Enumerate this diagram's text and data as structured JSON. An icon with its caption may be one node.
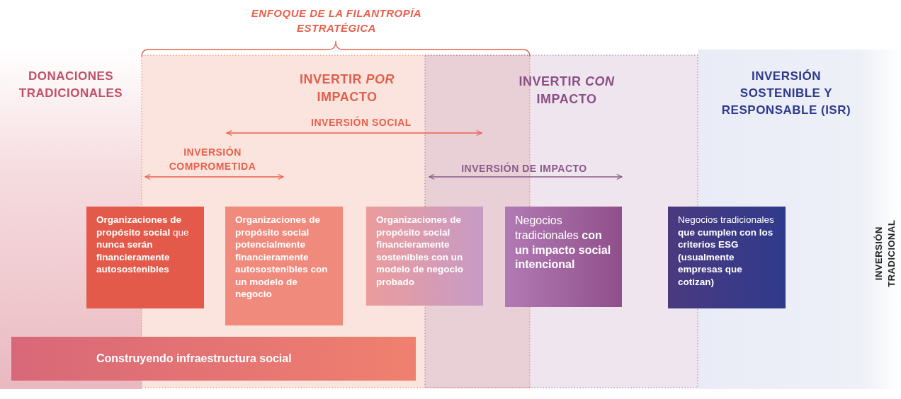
{
  "diagram": {
    "nodes": [
      {
        "text": [
          "**Organizaciones de propósito social** que **nunca serán financieramente autosostenibles**"
        ]
      },
      {
        "text": [
          "Organizaciones de propósito social potencialmente financieramente autosostenibles con un modelo de negocio"
        ]
      },
      {
        "text": [
          "Organizaciones de propósito social financieramente sostenibles con un modelo de negocio probado"
        ]
      },
      {
        "text": [
          "Negocios tradicionales **con un impacto social intencional**"
        ]
      },
      {
        "text": [
          "Negocios tradicionales **que cumplen con los criterios ESG (usualmente empresas que cotizan)**"
        ]
      },
      {
        "text": [
          "Construyendo infraestructura social"
        ]
      }
    ],
    "edges": [],
    "labels": [
      "ENFOQUE DE LA FILANTROPÍA ESTRATÉGICA",
      "DONACIONES TRADICIONALES",
      "INVERTIR *POR* IMPACTO",
      "INVERTIR *CON* IMPACTO",
      "INVERSIÓN SOSTENIBLE Y RESPONSABLE (ISR)",
      "INVERSIÓN SOCIAL",
      "INVERSIÓN COMPROMETIDA",
      "INVERSIÓN DE IMPACTO",
      "INVERSIÓN TRADICIONAL"
    ]
  }
}
